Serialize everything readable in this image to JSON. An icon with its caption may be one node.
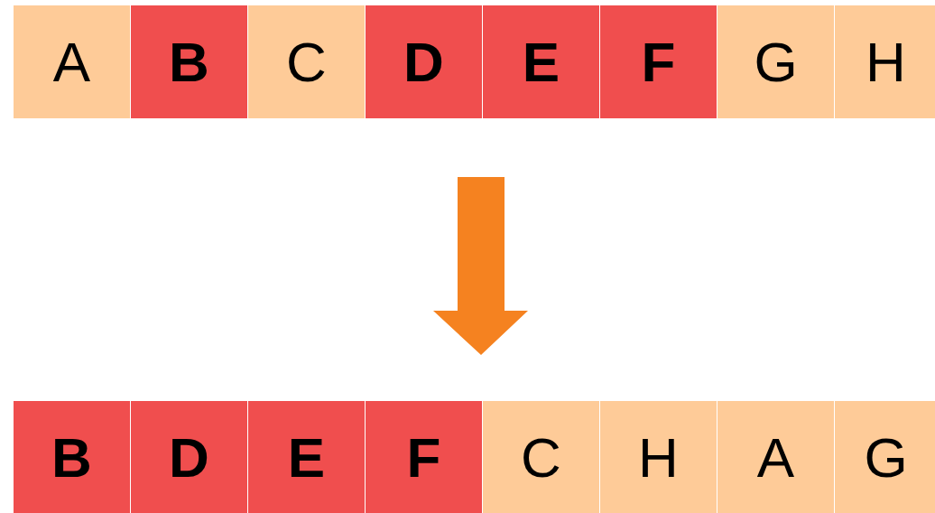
{
  "diagram": {
    "nodes": [
      {
        "text": [
          "A"
        ]
      },
      {
        "text": [
          "B"
        ]
      },
      {
        "text": [
          "C"
        ]
      },
      {
        "text": [
          "D"
        ]
      },
      {
        "text": [
          "E"
        ]
      },
      {
        "text": [
          "F"
        ]
      },
      {
        "text": [
          "G"
        ]
      },
      {
        "text": [
          "H"
        ]
      },
      {
        "text": [
          "B"
        ]
      },
      {
        "text": [
          "D"
        ]
      },
      {
        "text": [
          "E"
        ]
      },
      {
        "text": [
          "F"
        ]
      },
      {
        "text": [
          "C"
        ]
      },
      {
        "text": [
          "H"
        ]
      },
      {
        "text": [
          "A"
        ]
      },
      {
        "text": [
          "G"
        ]
      }
    ]
  }
}
